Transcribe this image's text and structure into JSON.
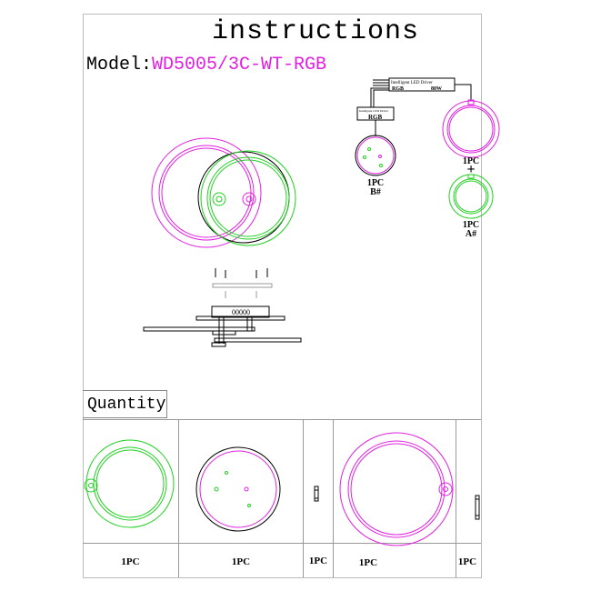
{
  "title": "instructions",
  "model": {
    "label": "Model:",
    "value": "WD5005/3C-WT-RGB"
  },
  "wiring": {
    "driver_main": {
      "name": "Intelligent LED Driver",
      "left": "RGB",
      "right": "80W"
    },
    "driver_small": {
      "name": "Intelligent LED Driver",
      "label": "RGB"
    },
    "part_b": {
      "qty": "1PC",
      "id": "B#"
    },
    "part_top_ring": {
      "qty": "1PC"
    },
    "plus": "+",
    "part_a": {
      "qty": "1PC",
      "id": "A#"
    }
  },
  "quantity": {
    "heading": "Quantity",
    "items": [
      {
        "qty": "1PC"
      },
      {
        "qty": "1PC"
      },
      {
        "qty": "1PC"
      },
      {
        "qty": "1PC"
      },
      {
        "qty": "1PC"
      }
    ]
  },
  "colors": {
    "magenta": "#e020e0",
    "green": "#20d020",
    "line": "#000000"
  }
}
